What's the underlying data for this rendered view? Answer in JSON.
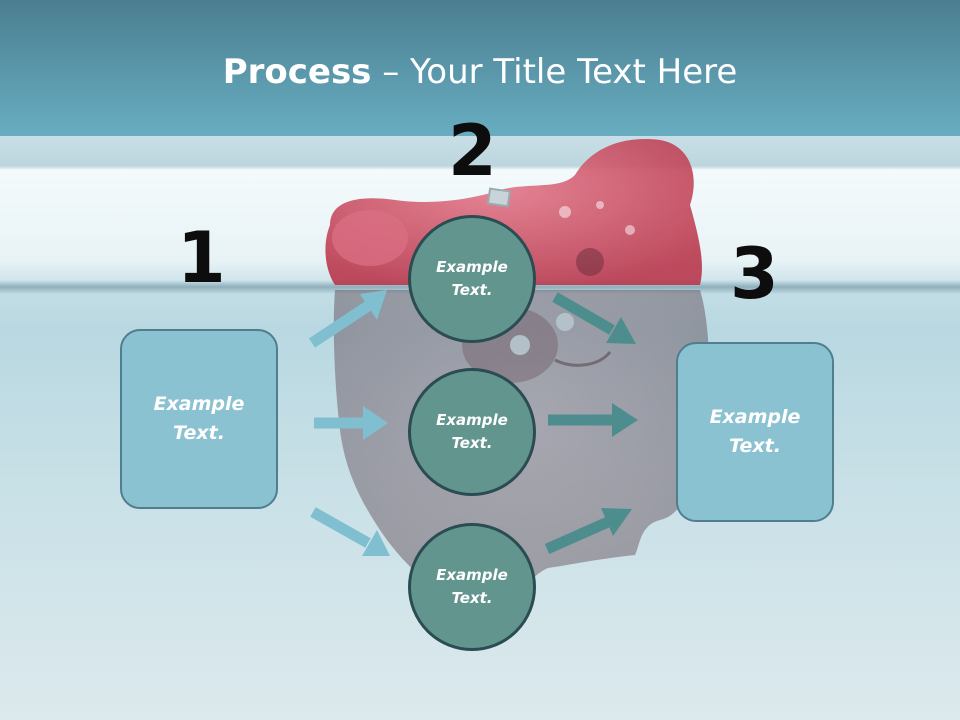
{
  "title": {
    "strong": "Process",
    "rest": " – Your Title Text Here"
  },
  "steps": {
    "one": "1",
    "two": "2",
    "three": "3"
  },
  "left_box": {
    "line1": "Example",
    "line2": "Text."
  },
  "right_box": {
    "line1": "Example",
    "line2": "Text."
  },
  "circles": [
    {
      "line1": "Example",
      "line2": "Text."
    },
    {
      "line1": "Example",
      "line2": "Text."
    },
    {
      "line1": "Example",
      "line2": "Text."
    }
  ],
  "colors": {
    "title_bar": "#5b98ab",
    "box_fill": "#8bc2d1",
    "circle_fill": "#63958f",
    "arrow_light": "#7fbfd0",
    "arrow_dark": "#4e8d8d",
    "piggy": "#c94a5e"
  }
}
